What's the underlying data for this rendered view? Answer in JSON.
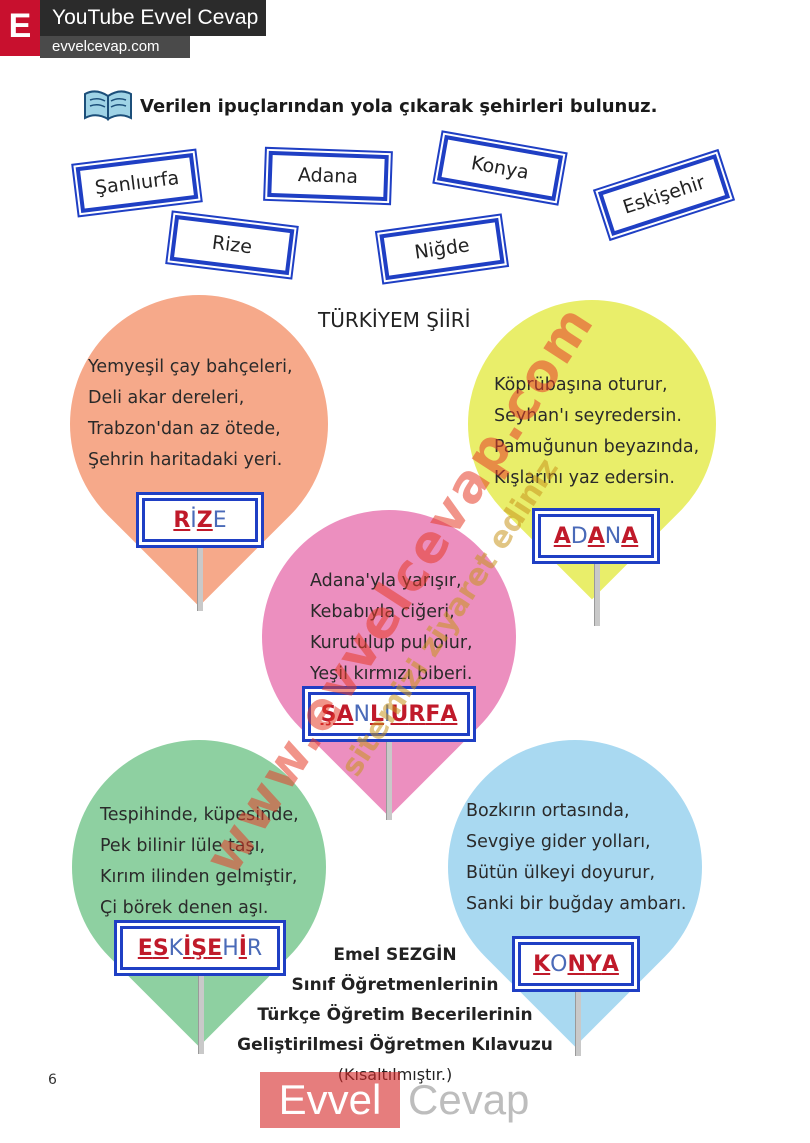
{
  "header": {
    "logo_letter": "E",
    "channel": "YouTube Evvel Cevap",
    "url": "evvelcevap.com"
  },
  "instruction": "Verilen ipuçlarından yola çıkarak şehirleri bulunuz.",
  "cities": [
    "Şanlıurfa",
    "Adana",
    "Konya",
    "Eskişehir",
    "Rize",
    "Niğde"
  ],
  "poem_title": "TÜRKİYEM ŞİİRİ",
  "stanzas": [
    {
      "lines": [
        "Yemyeşil çay bahçeleri,",
        "Deli akar dereleri,",
        "Trabzon'dan az ötede,",
        "Şehrin haritadaki yeri."
      ],
      "answer": [
        "R",
        "İ",
        "Z",
        "E"
      ],
      "color": "#f6a98a"
    },
    {
      "lines": [
        "Köprübaşına oturur,",
        "Seyhan'ı seyredersin.",
        "Pamuğunun beyazında,",
        "Kışlarını yaz edersin."
      ],
      "answer": [
        "A",
        "D",
        "A",
        "N",
        "A"
      ],
      "color": "#e9ee6a"
    },
    {
      "lines": [
        "Adana'yla yarışır,",
        "Kebabıyla ciğeri,",
        "Kurutulup pul olur,",
        "Yeşil kırmızı biberi."
      ],
      "answer": [
        "Ş",
        "A",
        "N",
        "L",
        "I",
        "U",
        "R",
        "F",
        "A"
      ],
      "color": "#ec8fbf"
    },
    {
      "lines": [
        "Tespihinde, küpesinde,",
        "Pek bilinir lüle taşı,",
        "Kırım ilinden gelmiştir,",
        "Çi börek denen aşı."
      ],
      "answer": [
        "E",
        "S",
        "K",
        "İ",
        "Ş",
        "E",
        "H",
        "İ",
        "R"
      ],
      "color": "#8ed0a1"
    },
    {
      "lines": [
        "Bozkırın ortasında,",
        "Sevgiye gider yolları,",
        "Bütün ülkeyi doyurur,",
        "Sanki bir buğday ambarı."
      ],
      "answer": [
        "K",
        "O",
        "N",
        "Y",
        "A"
      ],
      "color": "#a9d9f1"
    }
  ],
  "credits": {
    "author": "Emel SEZGİN",
    "line1": "Sınıf Öğretmenlerinin",
    "line2": "Türkçe Öğretim Becerilerinin",
    "line3": "Geliştirilmesi Öğretmen Kılavuzu",
    "note": "(Kısaltılmıştır.)"
  },
  "watermark": {
    "main": "www.evvelcevap.com",
    "sub": "sitemizi ziyaret ediniz"
  },
  "footer": {
    "page_number": "6",
    "logo_left": "Evvel",
    "logo_right": "Cevap"
  }
}
